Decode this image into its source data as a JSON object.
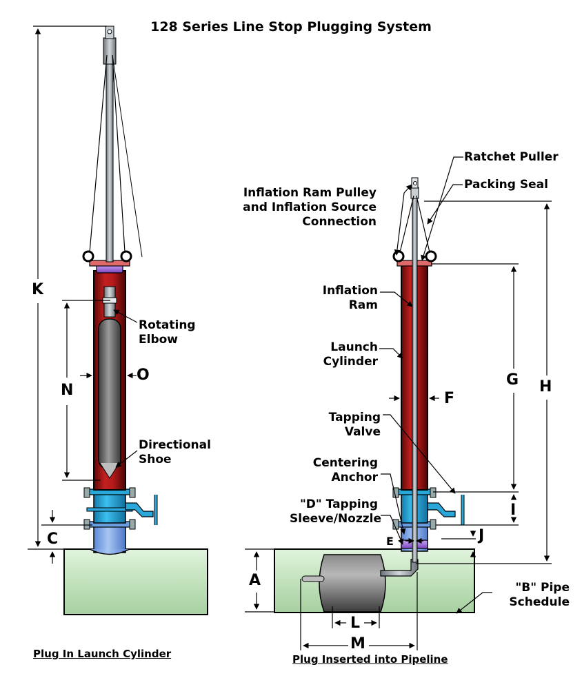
{
  "title": "128 Series Line Stop Plugging System",
  "captions": {
    "left": "Plug In Launch Cylinder",
    "right": "Plug Inserted into Pipeline"
  },
  "left_labels": {
    "rotating_elbow": "Rotating Elbow",
    "directional_shoe": "Directional Shoe"
  },
  "right_labels": {
    "ratchet_puller": "Ratchet Puller",
    "packing_seal": "Packing Seal",
    "inflation_ram_pulley": "Inflation Ram Pulley and Inflation Source Connection",
    "inflation_ram": "Inflation Ram",
    "launch_cylinder": "Launch Cylinder",
    "tapping_valve": "Tapping Valve",
    "centering_anchor": "Centering Anchor",
    "tapping_sleeve": "\"D\" Tapping Sleeve/Nozzle",
    "pipe_schedule": "\"B\" Pipe Schedule"
  },
  "dimensions": {
    "K": "K",
    "N": "N",
    "O": "O",
    "C": "C",
    "G": "G",
    "H": "H",
    "F": "F",
    "I": "I",
    "J": "J",
    "E": "E",
    "A": "A",
    "L": "L",
    "M": "M"
  },
  "colors": {
    "cylinder": "#a81616",
    "valve": "#2aa7d9",
    "pipe": "#c4e6c0",
    "packing": "#8e5bd0",
    "plug": "#6c6c6c",
    "steel": "#9ea5ab"
  }
}
